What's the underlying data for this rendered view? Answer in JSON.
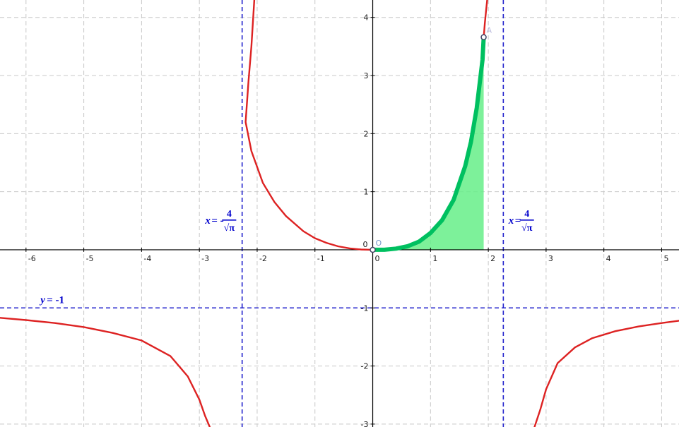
{
  "chart_data": {
    "type": "line",
    "xlim": [
      -6.45,
      5.3
    ],
    "ylim": [
      -3.05,
      4.3
    ],
    "grid": true,
    "x_ticks": [
      {
        "value": -6,
        "label": "-6"
      },
      {
        "value": -5,
        "label": "-5"
      },
      {
        "value": -4,
        "label": "-4"
      },
      {
        "value": -3,
        "label": "-3"
      },
      {
        "value": -2,
        "label": "-2"
      },
      {
        "value": -1,
        "label": "-1"
      },
      {
        "value": 0,
        "label": "0"
      },
      {
        "value": 1,
        "label": "1"
      },
      {
        "value": 2,
        "label": "2"
      },
      {
        "value": 3,
        "label": "3"
      },
      {
        "value": 4,
        "label": "4"
      },
      {
        "value": 5,
        "label": "5"
      }
    ],
    "y_ticks": [
      {
        "value": -3,
        "label": "-3"
      },
      {
        "value": -2,
        "label": "-2"
      },
      {
        "value": -1,
        "label": "-1"
      },
      {
        "value": 0,
        "label": "0"
      },
      {
        "value": 1,
        "label": "1"
      },
      {
        "value": 2,
        "label": "2"
      },
      {
        "value": 3,
        "label": "3"
      },
      {
        "value": 4,
        "label": "4"
      }
    ],
    "series": [
      {
        "kind": "function",
        "color": "#dd2222",
        "points": [
          [
            -6.45,
            -1.17
          ],
          [
            -6.0,
            -1.21
          ],
          [
            -5.5,
            -1.26
          ],
          [
            -5.0,
            -1.33
          ],
          [
            -4.5,
            -1.43
          ],
          [
            -4.0,
            -1.56
          ],
          [
            -3.5,
            -1.83
          ],
          [
            -3.2,
            -2.18
          ],
          [
            -3.0,
            -2.58
          ],
          [
            -2.9,
            -2.86
          ],
          [
            -2.82,
            -3.05
          ]
        ]
      },
      {
        "kind": "function",
        "color": "#dd2222",
        "points": [
          [
            -2.05,
            4.3
          ],
          [
            -2.1,
            3.5
          ],
          [
            -2.15,
            2.9
          ],
          [
            -2.2,
            2.2
          ],
          [
            -2.1,
            1.7
          ],
          [
            -1.9,
            1.15
          ],
          [
            -1.7,
            0.82
          ],
          [
            -1.5,
            0.58
          ],
          [
            -1.2,
            0.32
          ],
          [
            -1.0,
            0.2
          ],
          [
            -0.8,
            0.12
          ],
          [
            -0.6,
            0.06
          ],
          [
            -0.4,
            0.025
          ],
          [
            -0.2,
            0.006
          ],
          [
            0.0,
            0.0
          ]
        ]
      },
      {
        "kind": "function",
        "color": "#dd2222",
        "points": [
          [
            1.92,
            3.66
          ],
          [
            1.94,
            3.9
          ],
          [
            1.96,
            4.1
          ],
          [
            1.98,
            4.3
          ]
        ]
      },
      {
        "kind": "function",
        "color": "#dd2222",
        "points": [
          [
            2.8,
            -3.05
          ],
          [
            2.9,
            -2.75
          ],
          [
            3.0,
            -2.4
          ],
          [
            3.2,
            -1.95
          ],
          [
            3.5,
            -1.68
          ],
          [
            3.8,
            -1.52
          ],
          [
            4.2,
            -1.4
          ],
          [
            4.6,
            -1.32
          ],
          [
            5.0,
            -1.26
          ],
          [
            5.3,
            -1.22
          ]
        ]
      },
      {
        "kind": "highlight",
        "color": "#00c060",
        "points": [
          [
            0.0,
            0.0
          ],
          [
            0.2,
            0.0
          ],
          [
            0.4,
            0.02
          ],
          [
            0.6,
            0.06
          ],
          [
            0.8,
            0.14
          ],
          [
            1.0,
            0.29
          ],
          [
            1.2,
            0.51
          ],
          [
            1.4,
            0.86
          ],
          [
            1.6,
            1.44
          ],
          [
            1.7,
            1.86
          ],
          [
            1.8,
            2.44
          ],
          [
            1.9,
            3.27
          ],
          [
            1.92,
            3.66
          ]
        ]
      }
    ],
    "shaded_area": {
      "color": "#66ee88",
      "x_from": 0,
      "x_to": 1.92
    },
    "asymptotes": [
      {
        "orientation": "vertical",
        "value": -2.26,
        "color": "#2222cc"
      },
      {
        "orientation": "vertical",
        "value": 2.26,
        "color": "#2222cc"
      },
      {
        "orientation": "horizontal",
        "value": -1,
        "color": "#2222cc"
      }
    ],
    "points": [
      {
        "name": "O",
        "x": 0,
        "y": 0,
        "label": "O"
      },
      {
        "name": "A",
        "x": 1.92,
        "y": 3.66,
        "label": "A"
      }
    ],
    "annotations": [
      {
        "name": "asymptote-left",
        "var": "x",
        "sign": "-",
        "numerator": "4",
        "denominator": "√π",
        "x": -2.9,
        "y": 0.5
      },
      {
        "name": "asymptote-right",
        "var": "x",
        "sign": "",
        "numerator": "4",
        "denominator": "√π",
        "x": 2.35,
        "y": 0.5
      },
      {
        "name": "asymptote-horizontal",
        "var": "y",
        "text": "= -1",
        "x": -5.75,
        "y": -0.92
      }
    ]
  }
}
